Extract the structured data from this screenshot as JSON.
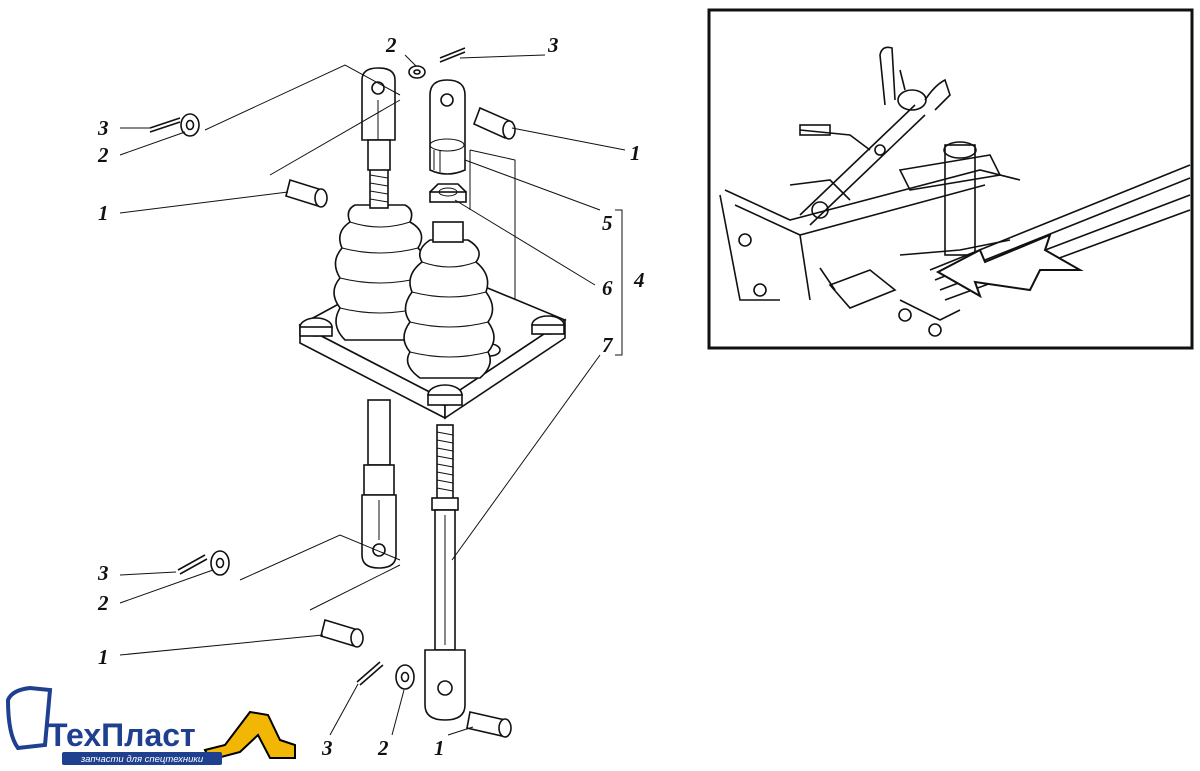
{
  "diagram": {
    "callouts": {
      "c1_top_right": "1",
      "c2_top": "2",
      "c3_top": "3",
      "c3_left_top": "3",
      "c2_left_top": "2",
      "c1_left_mid": "1",
      "c5": "5",
      "c6": "6",
      "c4": "4",
      "c7": "7",
      "c3_left_low": "3",
      "c2_left_low": "2",
      "c1_left_low": "1",
      "c3_bottom": "3",
      "c2_bottom": "2",
      "c1_bottom": "1"
    }
  },
  "logo": {
    "brand_part1": "Тех",
    "brand_part2": "Пласт",
    "tagline": "запчасти для спецтехники",
    "color_primary": "#1f3f8f",
    "color_accent": "#f2b705"
  }
}
